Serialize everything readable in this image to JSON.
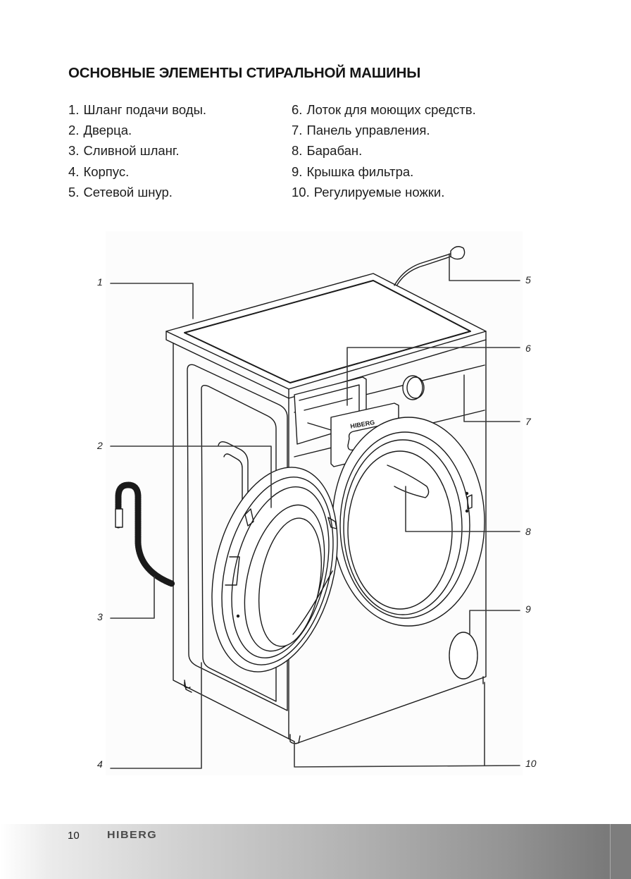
{
  "page": {
    "title": "ОСНОВНЫЕ ЭЛЕМЕНТЫ СТИРАЛЬНОЙ МАШИНЫ",
    "page_number": "10",
    "brand": "HIBERG"
  },
  "parts": [
    {
      "num": "1.",
      "label": "Шланг подачи воды."
    },
    {
      "num": "2.",
      "label": "Дверца."
    },
    {
      "num": "3.",
      "label": "Сливной шланг."
    },
    {
      "num": "4.",
      "label": "Корпус."
    },
    {
      "num": "5.",
      "label": "Сетевой шнур."
    },
    {
      "num": "6.",
      "label": "Лоток для моющих средств."
    },
    {
      "num": "7.",
      "label": "Панель управления."
    },
    {
      "num": "8.",
      "label": "Барабан."
    },
    {
      "num": "9.",
      "label": "Крышка фильтра."
    },
    {
      "num": "10.",
      "label": "Регулируемые ножки."
    }
  ],
  "diagram": {
    "subject": "washing-machine",
    "dispenser_brand": "HIBERG",
    "callouts": [
      "1",
      "2",
      "3",
      "4",
      "5",
      "6",
      "7",
      "8",
      "9",
      "10"
    ]
  }
}
